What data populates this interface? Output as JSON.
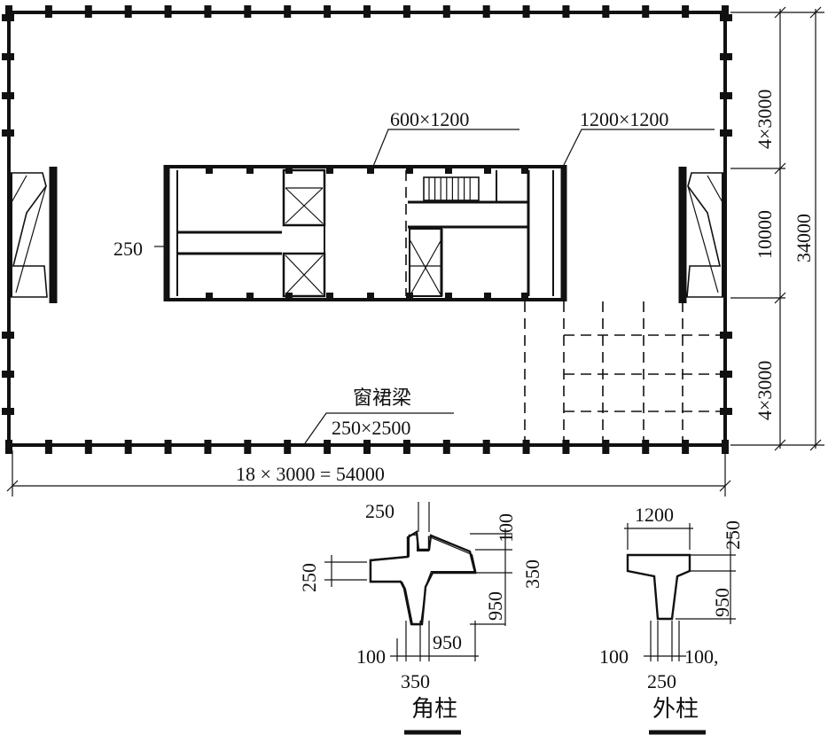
{
  "labels": {
    "spandrel_size_1": "600×1200",
    "spandrel_size_2": "1200×1200",
    "core_wall": "250",
    "spandrel_name": "窗裙梁",
    "spandrel_size_3": "250×2500",
    "total_length": "18 × 3000 = 54000",
    "dim_4x3000_top": "4×3000",
    "dim_10000": "10000",
    "dim_4x3000_bottom": "4×3000",
    "dim_34000": "34000"
  },
  "corner_column": {
    "title": "角柱",
    "dims": {
      "flange_t": "250",
      "top_100": "100",
      "left_250": "250",
      "right_350": "350",
      "v_950": "950",
      "bot_100": "100",
      "bot_950": "950",
      "bot_350": "350"
    }
  },
  "exterior_column": {
    "title": "外柱",
    "dims": {
      "width_1200": "1200",
      "v_250": "250",
      "v_950": "950",
      "left_100": "100",
      "right_100": "100,",
      "mid_250": "250"
    }
  }
}
